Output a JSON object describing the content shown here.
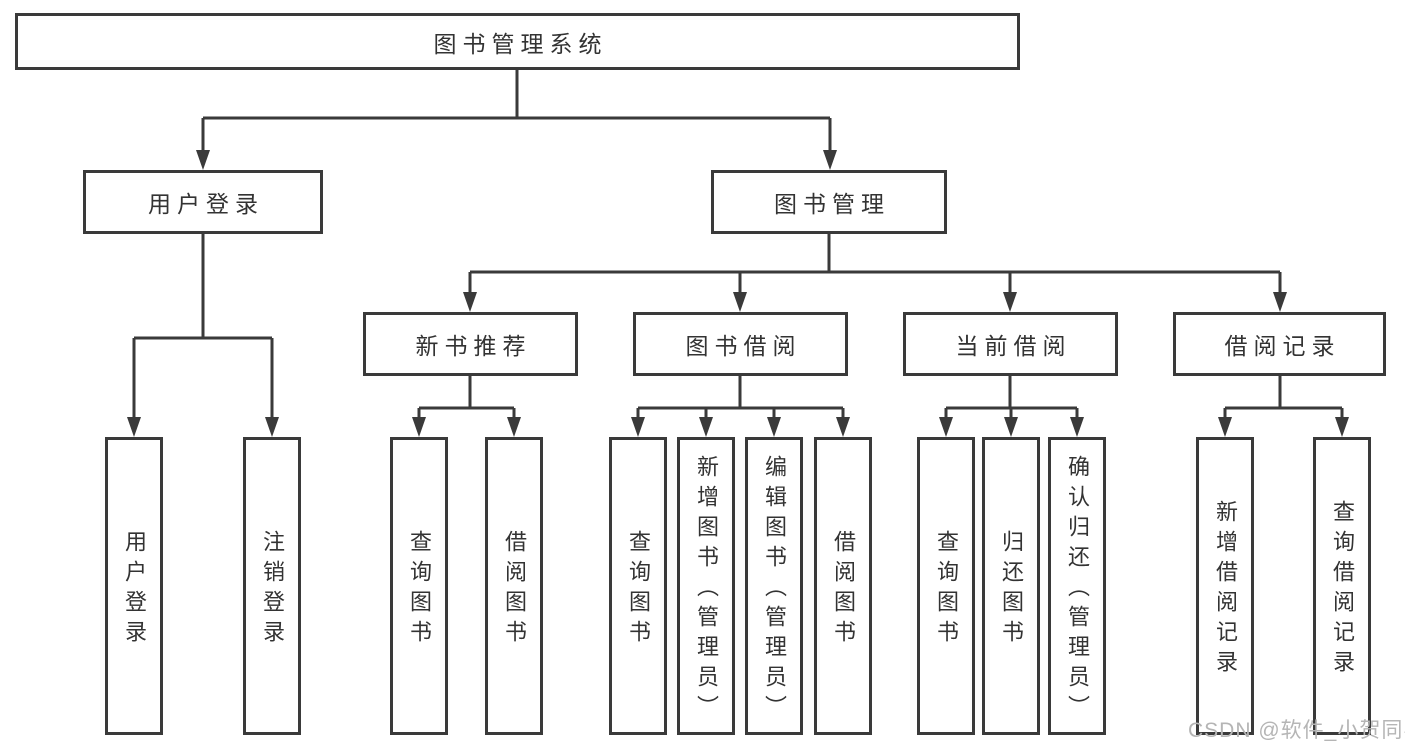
{
  "diagram": {
    "title": "图书管理系统",
    "level2": {
      "user_login": "用户登录",
      "book_mgmt": "图书管理"
    },
    "level3": {
      "new_books": "新书推荐",
      "borrow": "图书借阅",
      "current": "当前借阅",
      "records": "借阅记录"
    },
    "leaves": {
      "user_login": "用户登录",
      "logout": "注销登录",
      "nb_query": "查询图书",
      "nb_borrow": "借阅图书",
      "bw_query": "查询图书",
      "bw_add": "新增图书（管理员）",
      "bw_edit": "编辑图书（管理员）",
      "bw_borrow": "借阅图书",
      "cu_query": "查询图书",
      "cu_return": "归还图书",
      "cu_confirm": "确认归还（管理员）",
      "rc_add": "新增借阅记录",
      "rc_query": "查询借阅记录"
    },
    "watermark": "CSDN @软件_小贺同学",
    "colors": {
      "line": "#3a3a3a",
      "text": "#333333",
      "watermark": "#b5b5b5",
      "background": "#ffffff"
    }
  }
}
